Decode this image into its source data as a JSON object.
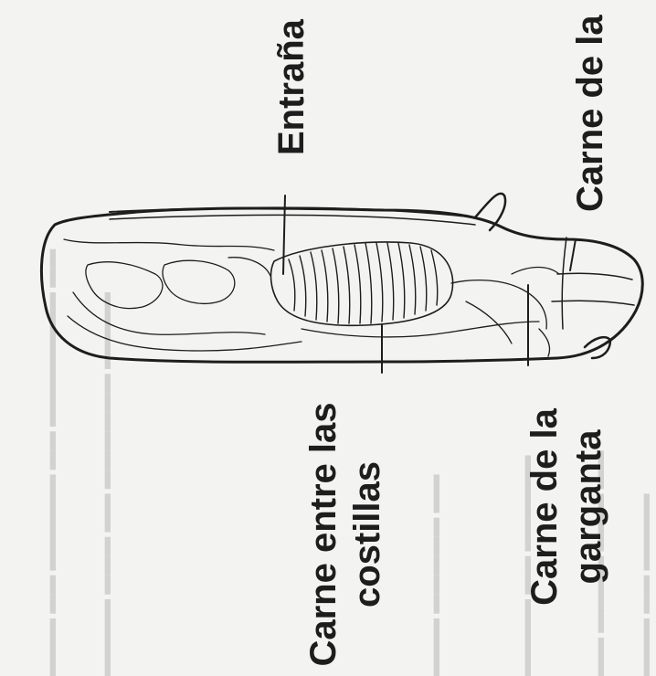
{
  "labels": {
    "entrana": "Entraña",
    "carne_de_la_top": "Carne de la",
    "costillas_line1": "Carne entre las",
    "costillas_line2": "costillas",
    "garganta_line1": "Carne de la",
    "garganta_line2": "garganta"
  },
  "colors": {
    "paper": "#f3f3f1",
    "ink": "#1d1d1d",
    "bleed_through": "#d2d2d0"
  }
}
